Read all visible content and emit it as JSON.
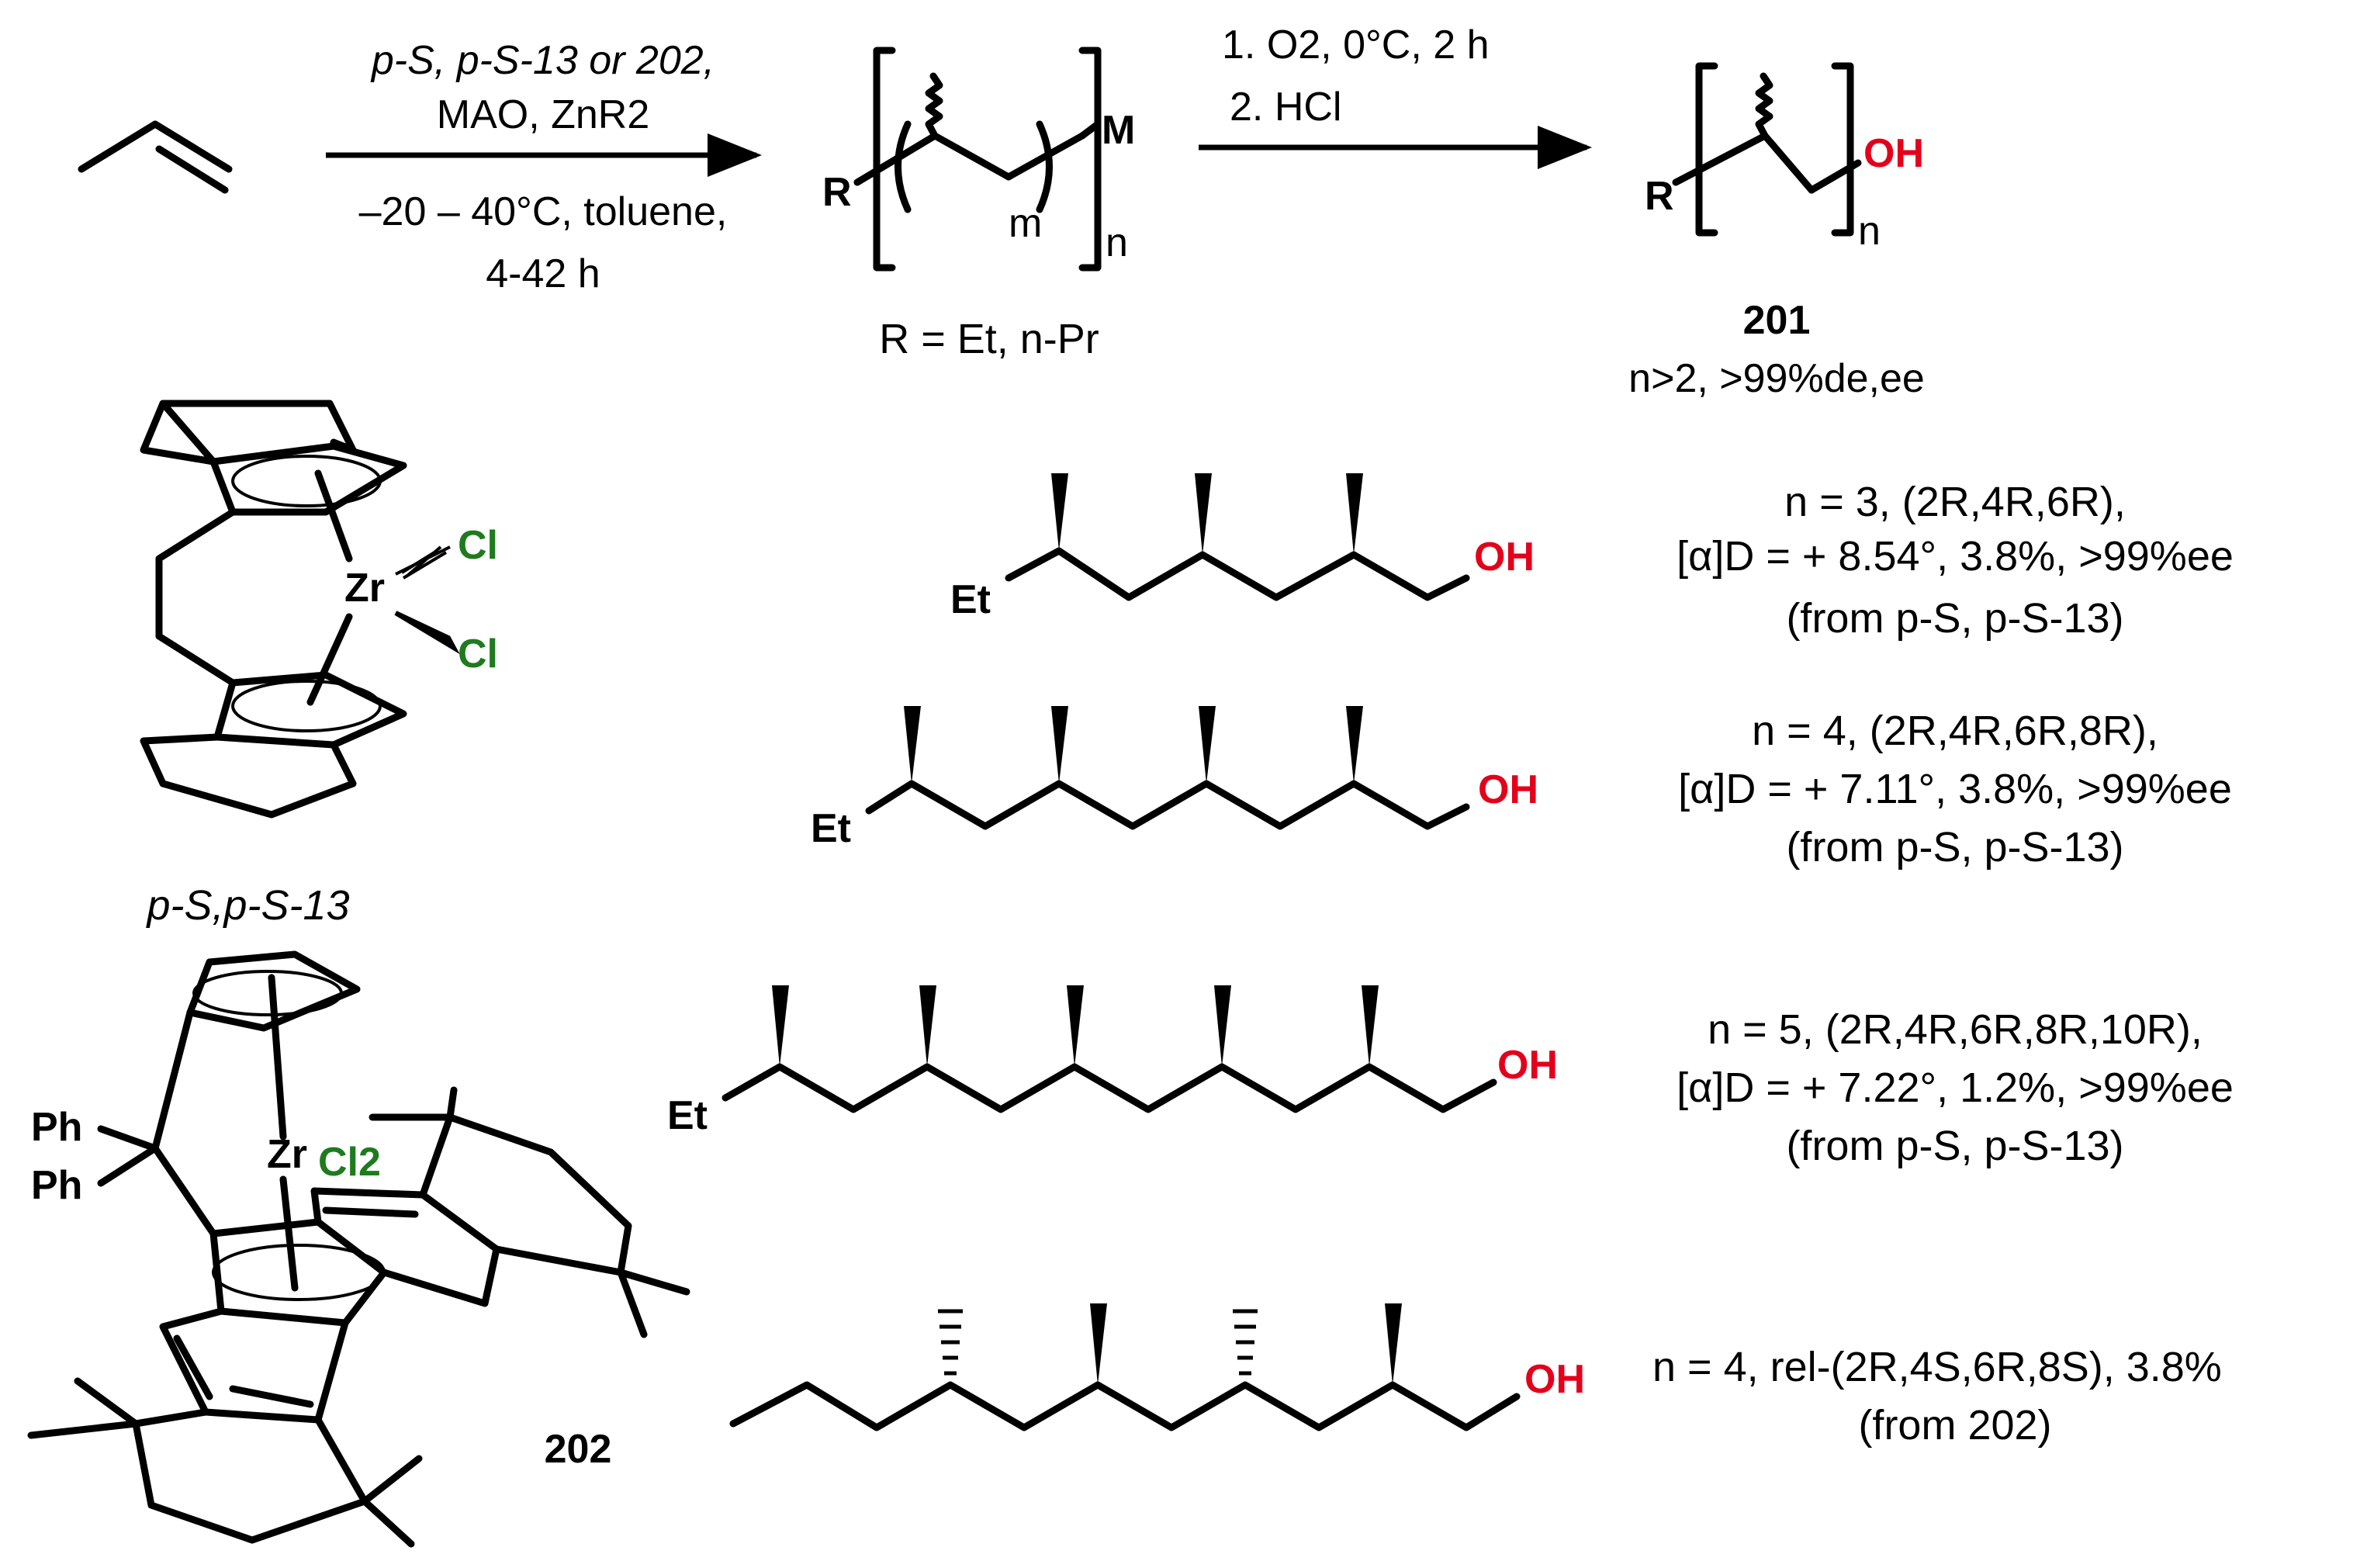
{
  "reaction": {
    "arrow1_line1": "p-S, p-S-13 or 202,",
    "arrow1_line2": "MAO, ZnR2",
    "arrow1_line3": "–20 – 40°C, toluene,",
    "arrow1_line4": "4-42 h",
    "arrow2_line1": "1. O2, 0°C, 2 h",
    "arrow2_line2": "2. HCl",
    "intermediate_R": "R",
    "intermediate_M": "M",
    "intermediate_m": "m",
    "intermediate_n": "n",
    "r_definition": "R = Et, n-Pr",
    "product_R": "R",
    "product_OH": "OH",
    "product_n": "n",
    "product_number": "201",
    "product_condition": "n>2, >99%de,ee"
  },
  "catalysts": {
    "cat13_Zr": "Zr",
    "cat13_Cl1": "Cl",
    "cat13_Cl2": "Cl",
    "cat13_label": "p-S,p-S-13",
    "cat202_Zr": "Zr",
    "cat202_Cl2": "Cl2",
    "cat202_Ph1": "Ph",
    "cat202_Ph2": "Ph",
    "cat202_label": "202"
  },
  "products": [
    {
      "substituent": "Et",
      "oh": "OH",
      "line1": "n = 3, (2R,4R,6R),",
      "line2": "[α]D = + 8.54°, 3.8%, >99%ee",
      "line3": "(from p-S, p-S-13)"
    },
    {
      "substituent": "Et",
      "oh": "OH",
      "line1": "n = 4, (2R,4R,6R,8R),",
      "line2": "[α]D = + 7.11°, 3.8%, >99%ee",
      "line3": "(from p-S, p-S-13)"
    },
    {
      "substituent": "Et",
      "oh": "OH",
      "line1": "n = 5, (2R,4R,6R,8R,10R),",
      "line2": "[α]D = + 7.22°, 1.2%, >99%ee",
      "line3": "(from p-S, p-S-13)"
    },
    {
      "substituent": "",
      "oh": "OH",
      "line1": "n = 4, rel-(2R,4S,6R,8S),  3.8%",
      "line2": "(from 202)",
      "line3": ""
    }
  ],
  "colors": {
    "heteroatom": "#e3001b",
    "chlorine": "#1e7b1e",
    "bond": "#000000"
  }
}
